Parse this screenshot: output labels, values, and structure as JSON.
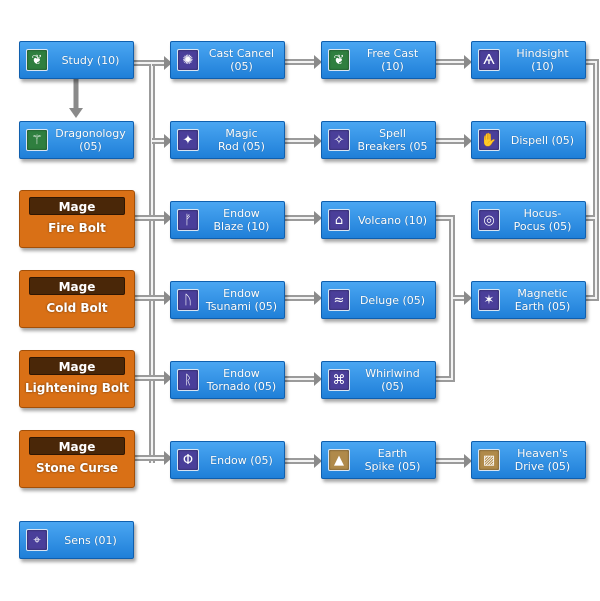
{
  "skills": [
    {
      "id": "study",
      "label": "Study (10)",
      "icon": "green-leaf-icon",
      "color": "#2f7f3f",
      "glyph": "❦"
    },
    {
      "id": "dragonology",
      "label": "Dragonology\n(05)",
      "icon": "dragon-icon",
      "color": "#2f7f3f",
      "glyph": "⚚"
    },
    {
      "id": "cast-cancel",
      "label": "Cast Cancel\n(05)",
      "icon": "spiral-icon",
      "color": "#4a3f9a",
      "glyph": "✺"
    },
    {
      "id": "magic-rod",
      "label": "Magic\nRod (05)",
      "icon": "rod-icon",
      "color": "#4a3f9a",
      "glyph": "✦"
    },
    {
      "id": "endow-blaze",
      "label": "Endow\nBlaze (10)",
      "icon": "endow-blaze-icon",
      "color": "#4a3f9a",
      "glyph": "ᚠ"
    },
    {
      "id": "endow-tsunami",
      "label": "Endow\nTsunami (05)",
      "icon": "endow-tsunami-icon",
      "color": "#4a3f9a",
      "glyph": "ᚢ"
    },
    {
      "id": "endow-tornado",
      "label": "Endow\nTornado (05)",
      "icon": "endow-tornado-icon",
      "color": "#4a3f9a",
      "glyph": "ᚱ"
    },
    {
      "id": "endow",
      "label": "Endow (05)",
      "icon": "endow-icon",
      "color": "#4a3f9a",
      "glyph": "Φ"
    },
    {
      "id": "free-cast",
      "label": "Free Cast\n(10)",
      "icon": "green-leaf-icon",
      "color": "#2f7f3f",
      "glyph": "❦"
    },
    {
      "id": "spell-breaker",
      "label": "Spell\nBreakers (05",
      "icon": "spell-breaker-icon",
      "color": "#4a3f9a",
      "glyph": "✧"
    },
    {
      "id": "volcano",
      "label": "Volcano (10)",
      "icon": "volcano-icon",
      "color": "#4a3f9a",
      "glyph": "⌂"
    },
    {
      "id": "deluge",
      "label": "Deluge (05)",
      "icon": "wave-icon",
      "color": "#4a3f9a",
      "glyph": "≈"
    },
    {
      "id": "whirlwind",
      "label": "Whirlwind\n(05)",
      "icon": "whirlwind-icon",
      "color": "#4a3f9a",
      "glyph": "⌘"
    },
    {
      "id": "earth-spike",
      "label": "Earth\nSpike (05)",
      "icon": "scroll-icon",
      "color": "#b08a4a",
      "glyph": "▲"
    },
    {
      "id": "hindsight",
      "label": "Hindsight\n(10)",
      "icon": "hindsight-icon",
      "color": "#4a3f9a",
      "glyph": "Ѧ"
    },
    {
      "id": "dispell",
      "label": "Dispell (05)",
      "icon": "dispell-icon",
      "color": "#4a3f9a",
      "glyph": "✋"
    },
    {
      "id": "hocus-pocus",
      "label": "Hocus-\nPocus (05)",
      "icon": "hocus-pocus-icon",
      "color": "#4a3f9a",
      "glyph": "◎"
    },
    {
      "id": "magnetic-earth",
      "label": "Magnetic\nEarth (05)",
      "icon": "magnetic-earth-icon",
      "color": "#4a3f9a",
      "glyph": "✶"
    },
    {
      "id": "heavens-drive",
      "label": "Heaven's\nDrive (05)",
      "icon": "heavens-drive-icon",
      "color": "#b08a4a",
      "glyph": "▨"
    },
    {
      "id": "sense",
      "label": "Sens (01)",
      "icon": "sense-icon",
      "color": "#4a3f9a",
      "glyph": "⌖"
    }
  ],
  "prereqs": [
    {
      "id": "fire-bolt",
      "tag": "Mage",
      "name": "Fire Bolt"
    },
    {
      "id": "cold-bolt",
      "tag": "Mage",
      "name": "Cold Bolt"
    },
    {
      "id": "lightening-bolt",
      "tag": "Mage",
      "name": "Lightening Bolt"
    },
    {
      "id": "stone-curse",
      "tag": "Mage",
      "name": "Stone Curse"
    }
  ]
}
